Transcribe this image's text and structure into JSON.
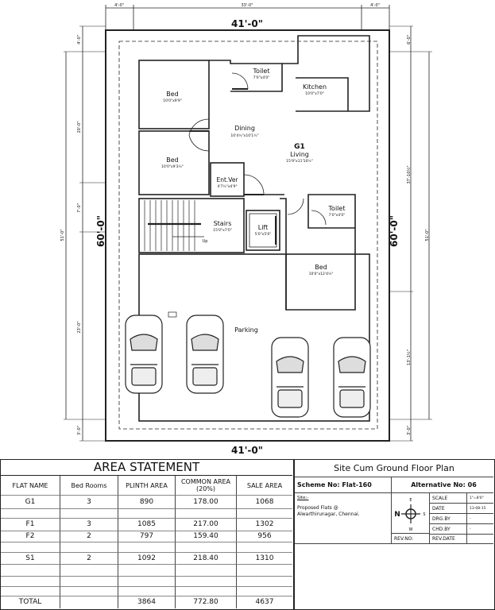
{
  "plan": {
    "overall_width": "41'-0\"",
    "overall_depth": "60'-0\"",
    "top_dims": [
      "4'-0\"",
      "33'-0\"",
      "4'-0\""
    ],
    "left_dims": [
      "4'-0\"",
      "20'-0\"",
      "7'-0\"",
      "23'-0\"",
      "3'-0\""
    ],
    "left_total": "51'-0\"",
    "right_dims": [
      "6'-0\"",
      "37'-10½\"",
      "13'-1½\"",
      "3'-0\""
    ],
    "right_total": "51'-0\"",
    "flat_label": "G1",
    "rooms": [
      {
        "name": "Bed",
        "size": "10'0\"x9'9\""
      },
      {
        "name": "Toilet",
        "size": "7'0\"x4'0\""
      },
      {
        "name": "Kitchen",
        "size": "10'0\"x7'0\""
      },
      {
        "name": "Dining",
        "size": "10'4½\"x10'1½\""
      },
      {
        "name": "Living",
        "size": "15'9\"x11'10½\""
      },
      {
        "name": "Bed",
        "size": "10'0\"x9'3½\""
      },
      {
        "name": "Ent.Ver",
        "size": "4'7½\"x4'9\""
      },
      {
        "name": "Stairs",
        "size": "15'0\"x7'0\""
      },
      {
        "name": "Lift",
        "size": "5'0\"x5'6\""
      },
      {
        "name": "Toilet",
        "size": "7'0\"x4'0\""
      },
      {
        "name": "Bed",
        "size": "10'0\"x12'4½\""
      }
    ],
    "stairs_up": "Up",
    "parking": "Parking"
  },
  "area_statement": {
    "title": "AREA STATEMENT",
    "headers": [
      "FLAT NAME",
      "Bed Rooms",
      "PLINTH AREA",
      "COMMON AREA (20%)",
      "SALE AREA"
    ],
    "rows": [
      [
        "G1",
        "3",
        "890",
        "178.00",
        "1068"
      ],
      [
        "",
        "",
        "",
        "",
        ""
      ],
      [
        "F1",
        "3",
        "1085",
        "217.00",
        "1302"
      ],
      [
        "F2",
        "2",
        "797",
        "159.40",
        "956"
      ],
      [
        "",
        "",
        "",
        "",
        ""
      ],
      [
        "S1",
        "2",
        "1092",
        "218.40",
        "1310"
      ],
      [
        "",
        "",
        "",
        "",
        ""
      ],
      [
        "",
        "",
        "",
        "",
        ""
      ],
      [
        "",
        "",
        "",
        "",
        ""
      ]
    ],
    "total": [
      "TOTAL",
      "",
      "3864",
      "772.80",
      "4637"
    ]
  },
  "title_block": {
    "title": "Site Cum Ground Floor Plan",
    "scheme": "Scheme No: Flat-160",
    "alternative": "Alternative No: 06",
    "site_label": "Site:-",
    "site_text": "Proposed Flats @ Alwarthirunagar, Chennai.",
    "compass": {
      "n": "N",
      "e": "E",
      "s": "S",
      "w": "W"
    },
    "fields": [
      {
        "label": "SCALE",
        "value": "1\"=8'0\""
      },
      {
        "label": "DATE",
        "value": "13-08-15"
      },
      {
        "label": "DRG.BY",
        "value": "-"
      },
      {
        "label": "CHD.BY",
        "value": "-"
      }
    ],
    "rev_no": "REV.NO:",
    "rev_date": "REV.DATE"
  }
}
